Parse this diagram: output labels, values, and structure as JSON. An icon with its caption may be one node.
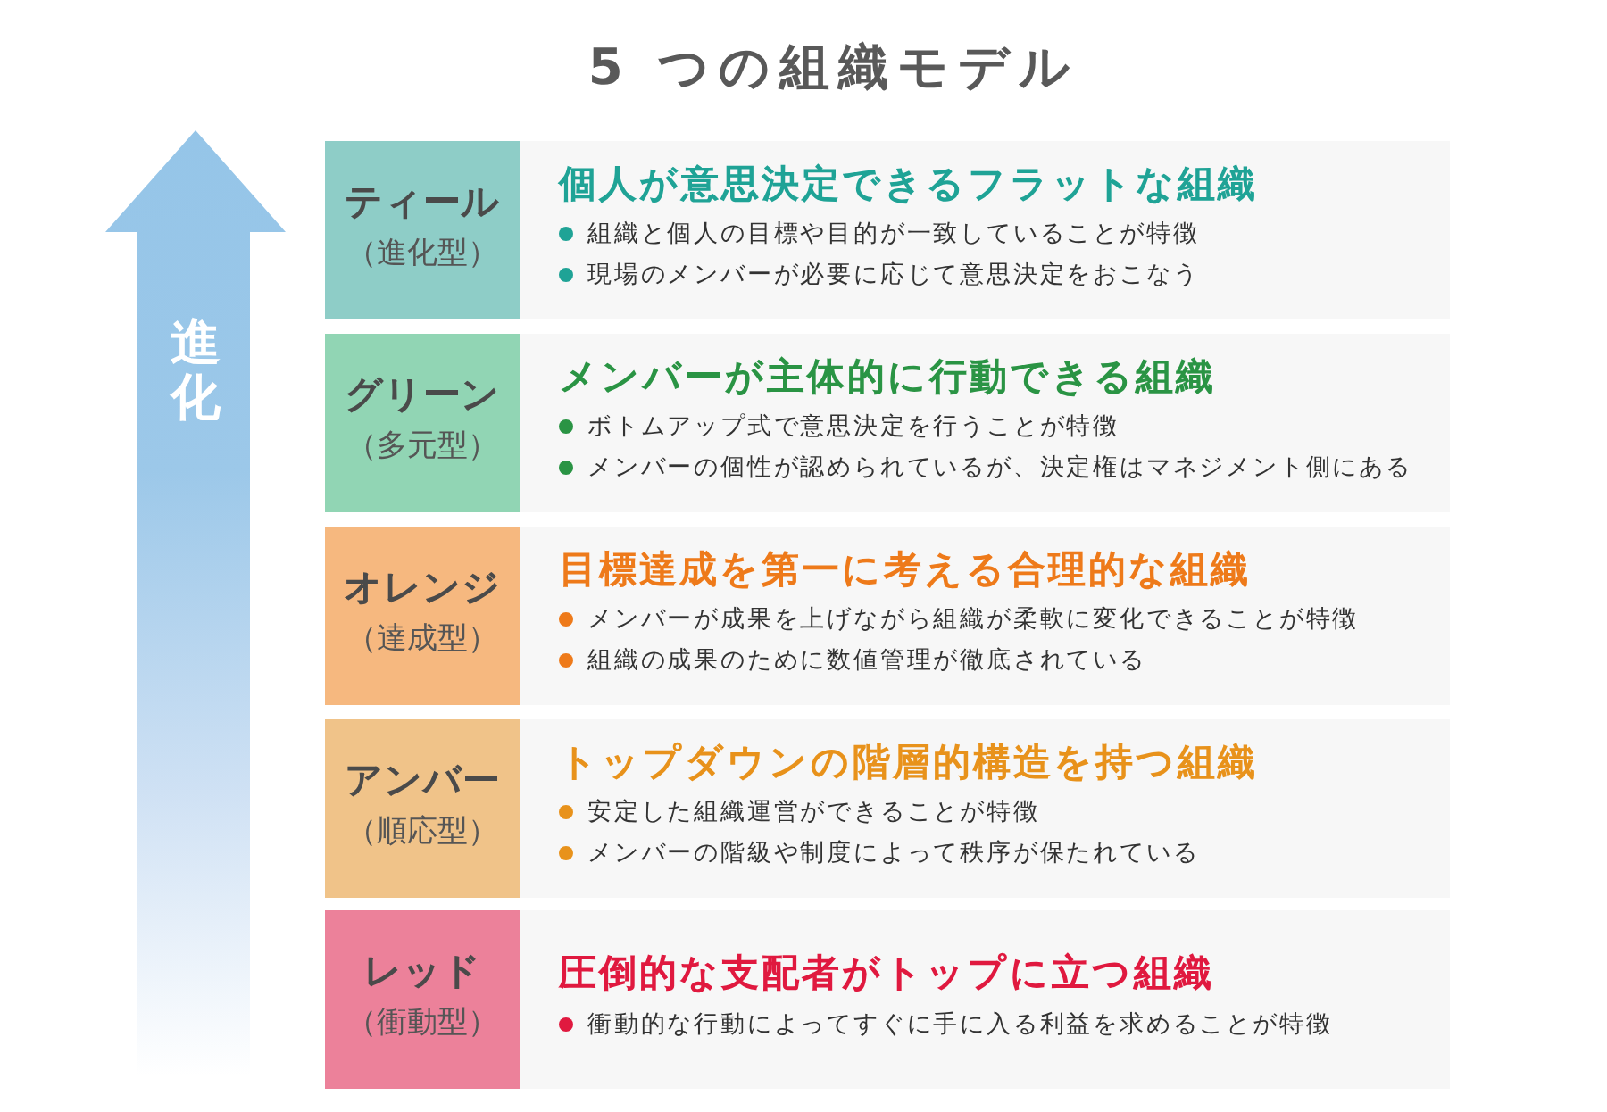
{
  "diagram": {
    "title": "5 つの組織モデル",
    "nodes": [
      {
        "text": [
          "進化"
        ]
      },
      {
        "text": [
          "ティール",
          "（進化型）"
        ]
      },
      {
        "text": [
          "個人が意思決定できるフラットな組織",
          "組織と個人の目標や目的が一致していることが特徴",
          "現場のメンバーが必要に応じて意思決定をおこなう"
        ]
      },
      {
        "text": [
          "グリーン",
          "（多元型）"
        ]
      },
      {
        "text": [
          "メンバーが主体的に行動できる組織",
          "ボトムアップ式で意思決定を行うことが特徴",
          "メンバーの個性が認められているが、決定権はマネジメント側にある"
        ]
      },
      {
        "text": [
          "オレンジ",
          "（達成型）"
        ]
      },
      {
        "text": [
          "目標達成を第一に考える合理的な組織",
          "メンバーが成果を上げながら組織が柔軟に変化できることが特徴",
          "組織の成果のために数値管理が徹底されている"
        ]
      },
      {
        "text": [
          "アンバー",
          "（順応型）"
        ]
      },
      {
        "text": [
          "トップダウンの階層的構造を持つ組織",
          "安定した組織運営ができることが特徴",
          "メンバーの階級や制度によって秩序が保たれている"
        ]
      },
      {
        "text": [
          "レッド",
          "（衝動型）"
        ]
      },
      {
        "text": [
          "圧倒的な支配者がトップに立つ組織",
          "衝動的な行動によってすぐに手に入る利益を求めることが特徴"
        ]
      }
    ]
  }
}
